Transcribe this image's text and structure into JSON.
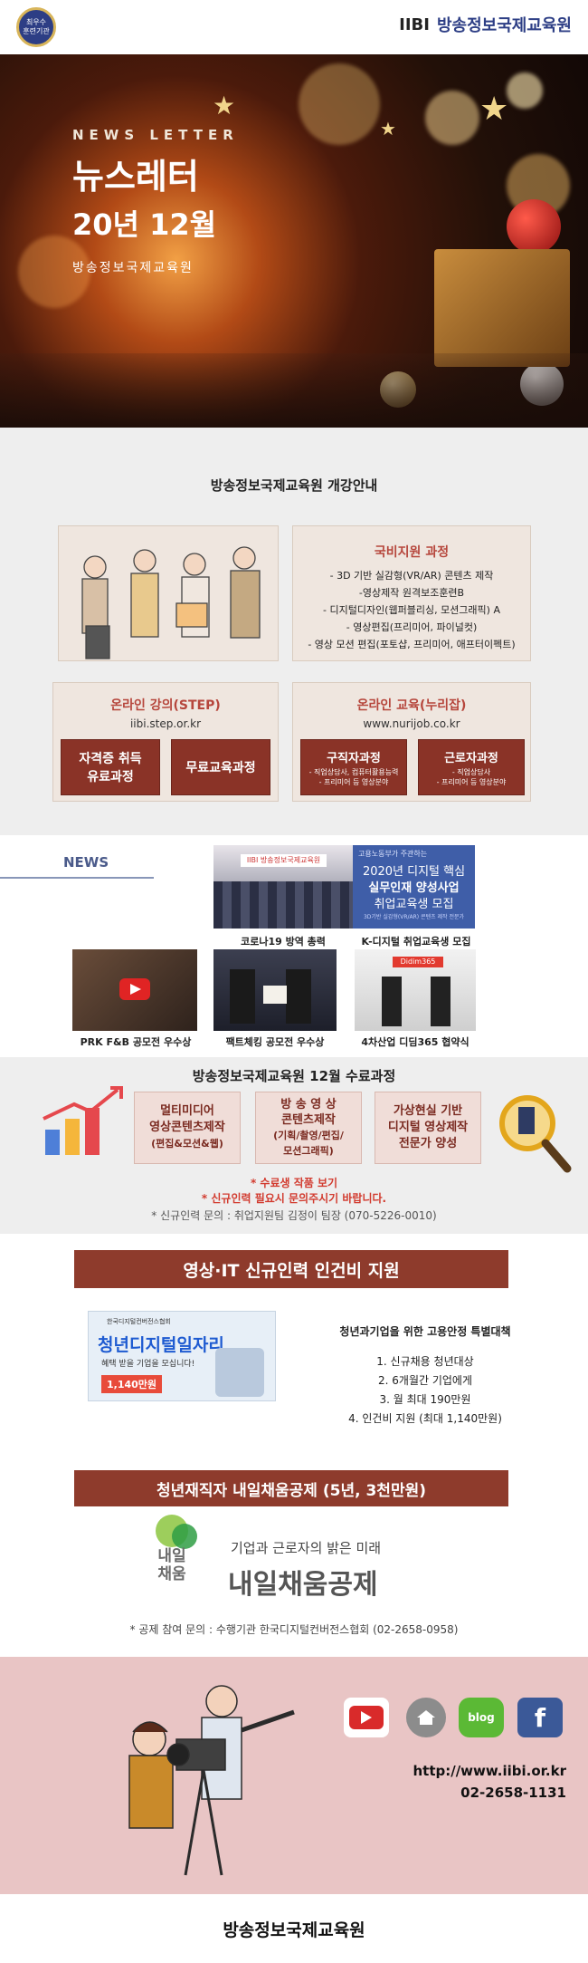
{
  "header": {
    "badge_line1": "최우수",
    "badge_line2": "훈련기관",
    "logo_mark": "IIBI",
    "org_name": "방송정보국제교육원"
  },
  "hero": {
    "en": "NEWS LETTER",
    "ko": "뉴스레터",
    "date": "20년 12월",
    "org": "방송정보국제교육원"
  },
  "opening": {
    "title": "방송정보국제교육원 개강안내",
    "national": {
      "title": "국비지원 과정",
      "items": [
        "- 3D 기반 실감형(VR/AR) 콘텐츠 제작",
        "-영상제작 원격보조훈련B",
        "- 디지털디자인(웹퍼블리싱, 모션그래픽) A",
        "- 영상편집(프리미어, 파이널컷)",
        "- 영상 모션 편집(포토샵, 프리미어, 애프터이펙트)"
      ]
    },
    "step": {
      "title": "온라인 강의(STEP)",
      "url": "iibi.step.or.kr",
      "btn1_line1": "자격증 취득",
      "btn1_line2": "유료과정",
      "btn2": "무료교육과정"
    },
    "nuri": {
      "title": "온라인 교육(누리잡)",
      "url": "www.nurijob.co.kr",
      "btn1_title": "구직자과정",
      "btn1_sub1": "- 직업상담사, 컴퓨터활용능력",
      "btn1_sub2": "- 프리미어 등 영상분야",
      "btn2_title": "근로자과정",
      "btn2_sub1": "- 직업상담사",
      "btn2_sub2": "- 프리미어 등 영상분야"
    }
  },
  "news": {
    "label": "NEWS",
    "items": [
      {
        "caption": "코로나19 방역 총력",
        "sign": "IIBI 방송정보국제교육원"
      },
      {
        "caption": "K-디지털 취업교육생 모집",
        "top": "고용노동부가 주관하는",
        "l1": "2020년 디지털 핵심",
        "l2": "실무인재 양성사업",
        "l3": "취업교육생 모집",
        "l4": "3D기반 실감형(VR/AR) 콘텐츠 제작 전문가"
      },
      {
        "caption": "PRK F&B 공모전 우수상"
      },
      {
        "caption": "팩트체킹 공모전 우수상"
      },
      {
        "caption": "4차산업 디딤365 협약식",
        "sign": "Didim365"
      }
    ]
  },
  "complete": {
    "title": "방송정보국제교육원 12월 수료과정",
    "box1": [
      "멀티미디어",
      "영상콘텐츠제작",
      "(편집&모션&웹)"
    ],
    "box2": [
      "방 송 영 상",
      "콘텐츠제작",
      "(기획/촬영/편집/",
      "모션그래픽)"
    ],
    "box3": [
      "가상현실 기반",
      "디지털 영상제작",
      "전문가 양성"
    ],
    "note1": "* 수료생 작품 보기",
    "note2": "* 신규인력 필요시 문의주시기 바랍니다.",
    "note3": "* 신규인력 문의 : 취업지원팀 김정이 팀장 (070-5226-0010)"
  },
  "support": {
    "banner": "영상·IT 신규인력 인건비 지원",
    "poster_org": "한국디지털컨버전스협회",
    "poster_title": "청년디지털일자리",
    "poster_sub": "혜택 받을 기업을 모십니다!",
    "poster_amount": "1,140만원",
    "subtitle": "청년과기업을 위한 고용안정 특별대책",
    "items": [
      "1. 신규채용 청년대상",
      "2. 6개월간 기업에게",
      "3. 월 최대 190만원",
      "4. 인건비 지원 (최대 1,140만원)"
    ]
  },
  "fill": {
    "banner": "청년재직자 내일채움공제 (5년, 3천만원)",
    "logo_small1": "내일",
    "logo_small2": "채움",
    "tagline": "기업과 근로자의 밝은 미래",
    "name": "내일채움공제",
    "contact": "* 공제 참여 문의 : 수행기관 한국디지털컨버전스협회 (02-2658-0958)"
  },
  "footer": {
    "blog_label": "blog",
    "facebook_label": "f",
    "url": "http://www.iibi.or.kr",
    "phone": "02-2658-1131",
    "bottom": "방송정보국제교육원"
  },
  "colors": {
    "brown": "#8a3327",
    "beige": "#efe6df",
    "pink_footer": "#e9c5c5",
    "accent_red": "#b6463c"
  }
}
